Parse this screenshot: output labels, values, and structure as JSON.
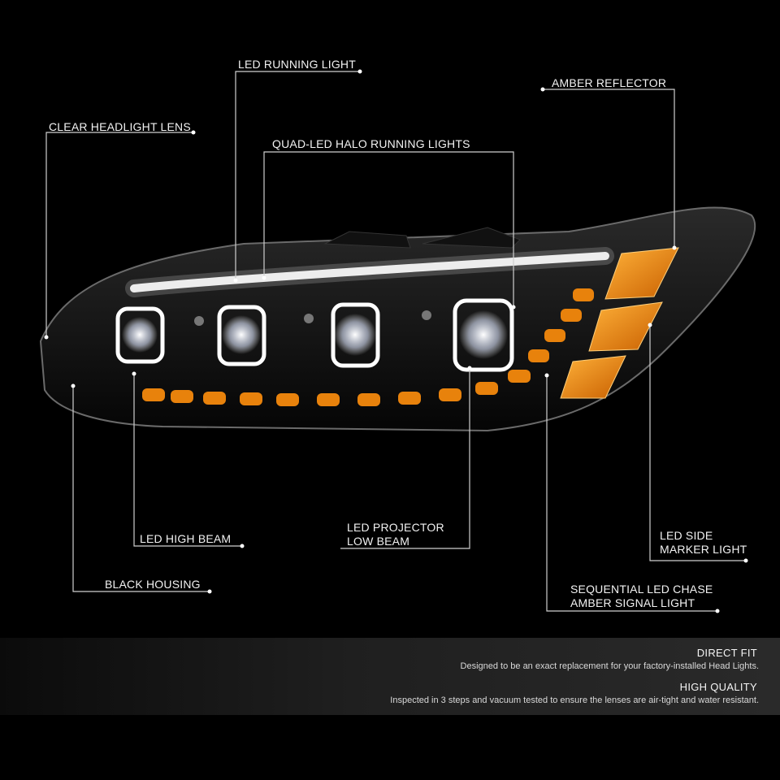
{
  "callouts": {
    "led_running_light": "LED RUNNING LIGHT",
    "amber_reflector": "AMBER REFLECTOR",
    "clear_headlight_lens": "CLEAR HEADLIGHT LENS",
    "quad_led_halo": "QUAD-LED HALO RUNNING LIGHTS",
    "led_high_beam": "LED HIGH BEAM",
    "led_projector_line1": "LED PROJECTOR",
    "led_projector_line2": "LOW BEAM",
    "led_side_line1": "LED SIDE",
    "led_side_line2": "MARKER LIGHT",
    "black_housing": "BLACK HOUSING",
    "sequential_line1": "SEQUENTIAL LED CHASE",
    "sequential_line2": "AMBER SIGNAL LIGHT"
  },
  "features": [
    {
      "title": "DIRECT FIT",
      "description": "Designed to be an exact replacement for your factory-installed Head Lights."
    },
    {
      "title": "HIGH QUALITY",
      "description": "Inspected in 3 steps and vacuum tested to ensure the lenses are air-tight and water resistant."
    }
  ],
  "colors": {
    "background": "#000000",
    "amber": "#e8820c",
    "housing": "#0c0c0c",
    "leader": "#cfcfcf"
  }
}
